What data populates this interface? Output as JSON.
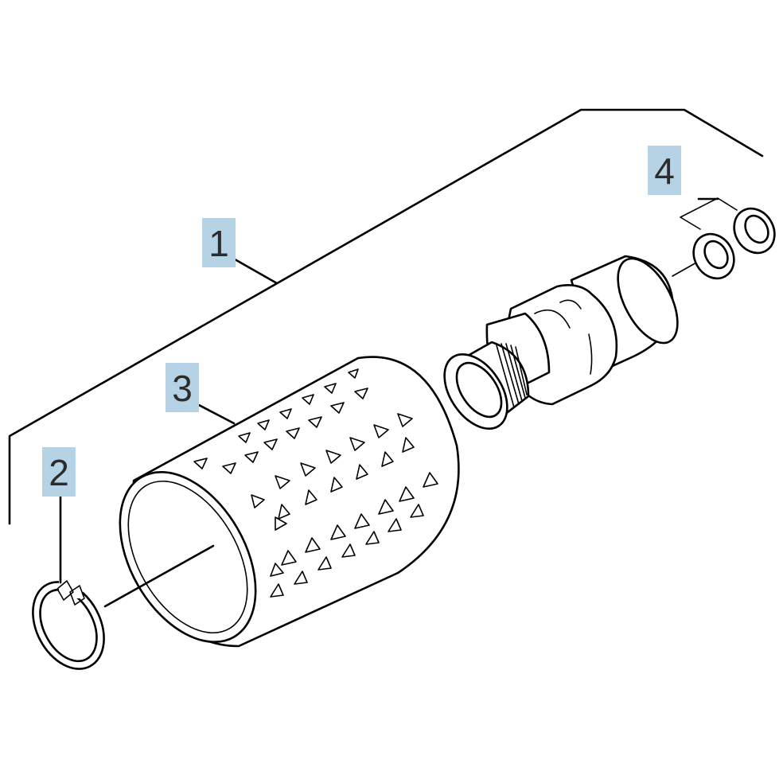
{
  "callouts": [
    {
      "id": "1",
      "label": "1"
    },
    {
      "id": "2",
      "label": "2"
    },
    {
      "id": "3",
      "label": "3"
    },
    {
      "id": "4",
      "label": "4"
    }
  ],
  "colors": {
    "callout_background": "#b6d3e6",
    "line": "#000000",
    "part_fill": "#ffffff"
  }
}
